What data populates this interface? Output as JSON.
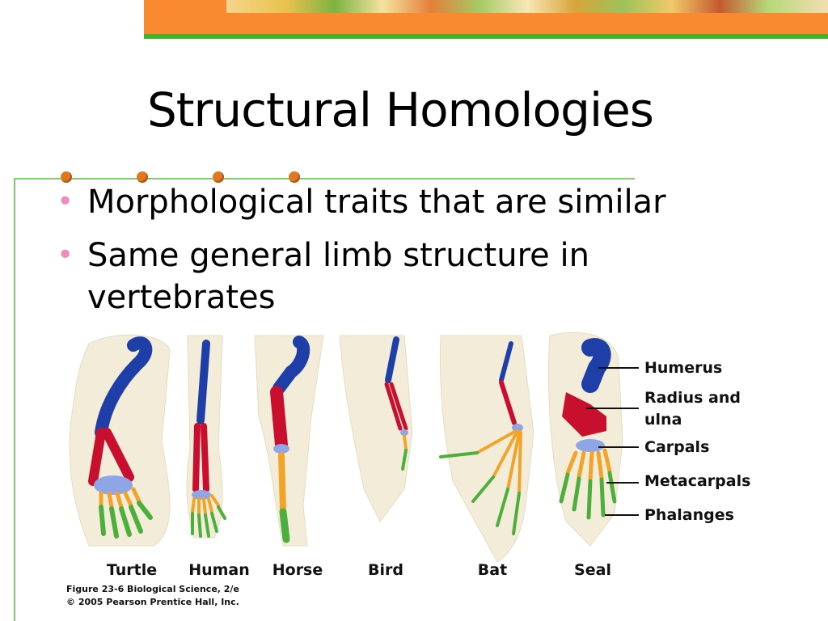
{
  "slide": {
    "title": "Structural Homologies",
    "bullets": [
      {
        "text": "Morphological traits that are similar"
      },
      {
        "text": "Same general limb structure in vertebrates"
      }
    ]
  },
  "figure": {
    "animals": [
      "Turtle",
      "Human",
      "Horse",
      "Bird",
      "Bat",
      "Seal"
    ],
    "bones": [
      "Humerus",
      "Radius and",
      "ulna",
      "Carpals",
      "Metacarpals",
      "Phalanges"
    ],
    "credit_line1": "Figure 23-6  Biological Science, 2/e",
    "credit_line2": "© 2005 Pearson Prentice Hall, Inc.",
    "colors": {
      "humerus": "#1e3ea8",
      "radius_ulna": "#c8102e",
      "carpals": "#8ea6e8",
      "metacarpals": "#f0a52a",
      "phalanges": "#4caf3c",
      "skin": "#f3ecd9"
    }
  },
  "theme": {
    "banner_color": "#fa8a2f",
    "banner_line_color": "#43b12b",
    "dot_color": "#e0781f",
    "bullet_color": "#ee8dbd"
  }
}
